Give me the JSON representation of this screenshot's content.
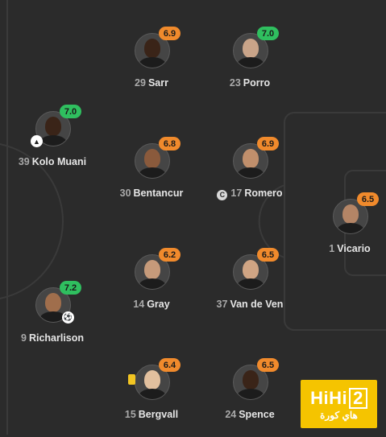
{
  "colors": {
    "rating_orange": "#f08a2c",
    "rating_green": "#2fbf5f",
    "background": "#2b2b2b"
  },
  "players": [
    {
      "id": "sarr",
      "number": "29",
      "name": "Sarr",
      "rating": "6.9",
      "rating_color": "orange"
    },
    {
      "id": "porro",
      "number": "23",
      "name": "Porro",
      "rating": "7.0",
      "rating_color": "green"
    },
    {
      "id": "kolo-muani",
      "number": "39",
      "name": "Kolo Muani",
      "rating": "7.0",
      "rating_color": "green",
      "badge": "boot-icon"
    },
    {
      "id": "bentancur",
      "number": "30",
      "name": "Bentancur",
      "rating": "6.8",
      "rating_color": "orange"
    },
    {
      "id": "romero",
      "number": "17",
      "name": "Romero",
      "rating": "6.9",
      "rating_color": "orange",
      "captain": "C"
    },
    {
      "id": "vicario",
      "number": "1",
      "name": "Vicario",
      "rating": "6.5",
      "rating_color": "orange"
    },
    {
      "id": "gray",
      "number": "14",
      "name": "Gray",
      "rating": "6.2",
      "rating_color": "orange"
    },
    {
      "id": "van-de-ven",
      "number": "37",
      "name": "Van de Ven",
      "rating": "6.5",
      "rating_color": "orange"
    },
    {
      "id": "richarlison",
      "number": "9",
      "name": "Richarlison",
      "rating": "7.2",
      "rating_color": "green",
      "badge": "ball-icon"
    },
    {
      "id": "bergvall",
      "number": "15",
      "name": "Bergvall",
      "rating": "6.4",
      "rating_color": "orange",
      "card": "yellow-card-icon"
    },
    {
      "id": "spence",
      "number": "24",
      "name": "Spence",
      "rating": "6.5",
      "rating_color": "orange"
    }
  ],
  "logo": {
    "brand": "HiHi",
    "brand_suffix": "2",
    "subtitle": "هاي كورة"
  }
}
